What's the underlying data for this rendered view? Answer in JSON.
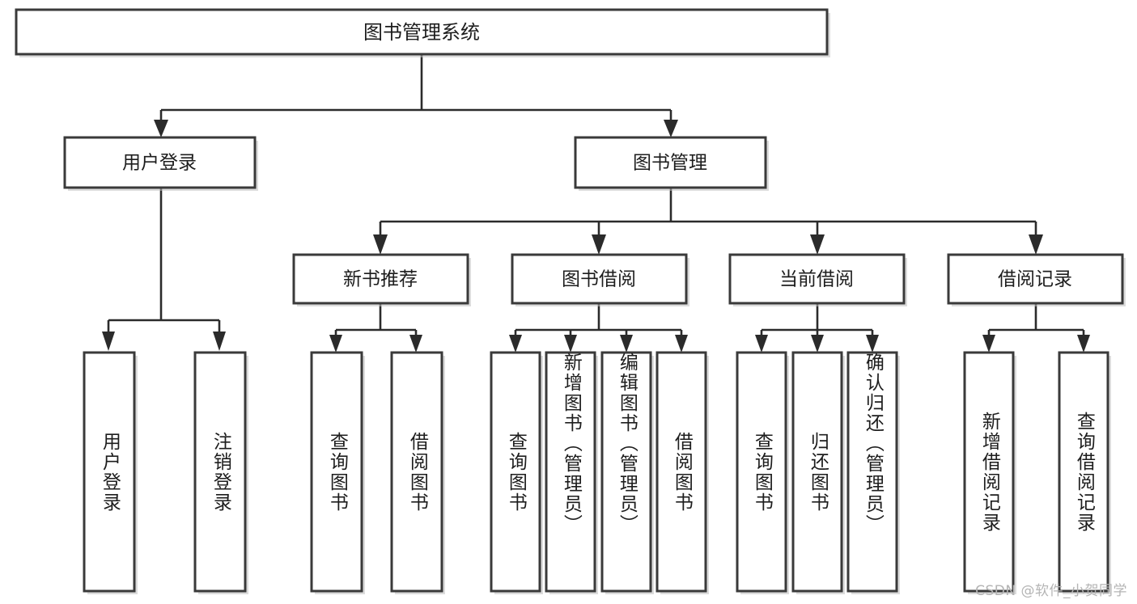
{
  "diagram": {
    "title": "图书管理系统",
    "type": "tree-hierarchy-chart",
    "background_color": "#ffffff",
    "box_border_color": "#3a3a3a",
    "connector_color": "#2b2b2b",
    "text_color": "#1d1d1d"
  },
  "root": {
    "label": "图书管理系统"
  },
  "level1": [
    {
      "label": "用户登录"
    },
    {
      "label": "图书管理"
    }
  ],
  "level2": [
    {
      "label": "新书推荐"
    },
    {
      "label": "图书借阅"
    },
    {
      "label": "当前借阅"
    },
    {
      "label": "借阅记录"
    }
  ],
  "leaves": {
    "user_login": [
      {
        "label": "用户登录"
      },
      {
        "label": "注销登录"
      }
    ],
    "new_book_recommend": [
      {
        "label": "查询图书"
      },
      {
        "label": "借阅图书"
      }
    ],
    "book_borrow": [
      {
        "label": "查询图书"
      },
      {
        "label": "新增图书（管理员）"
      },
      {
        "label": "编辑图书（管理员）"
      },
      {
        "label": "借阅图书"
      }
    ],
    "current_borrow": [
      {
        "label": "查询图书"
      },
      {
        "label": "归还图书"
      },
      {
        "label": "确认归还（管理员）"
      }
    ],
    "borrow_record": [
      {
        "label": "新增借阅记录"
      },
      {
        "label": "查询借阅记录"
      }
    ]
  },
  "watermark": {
    "text": "CSDN @软件_小贺同学",
    "color": "#b4b4b4"
  }
}
